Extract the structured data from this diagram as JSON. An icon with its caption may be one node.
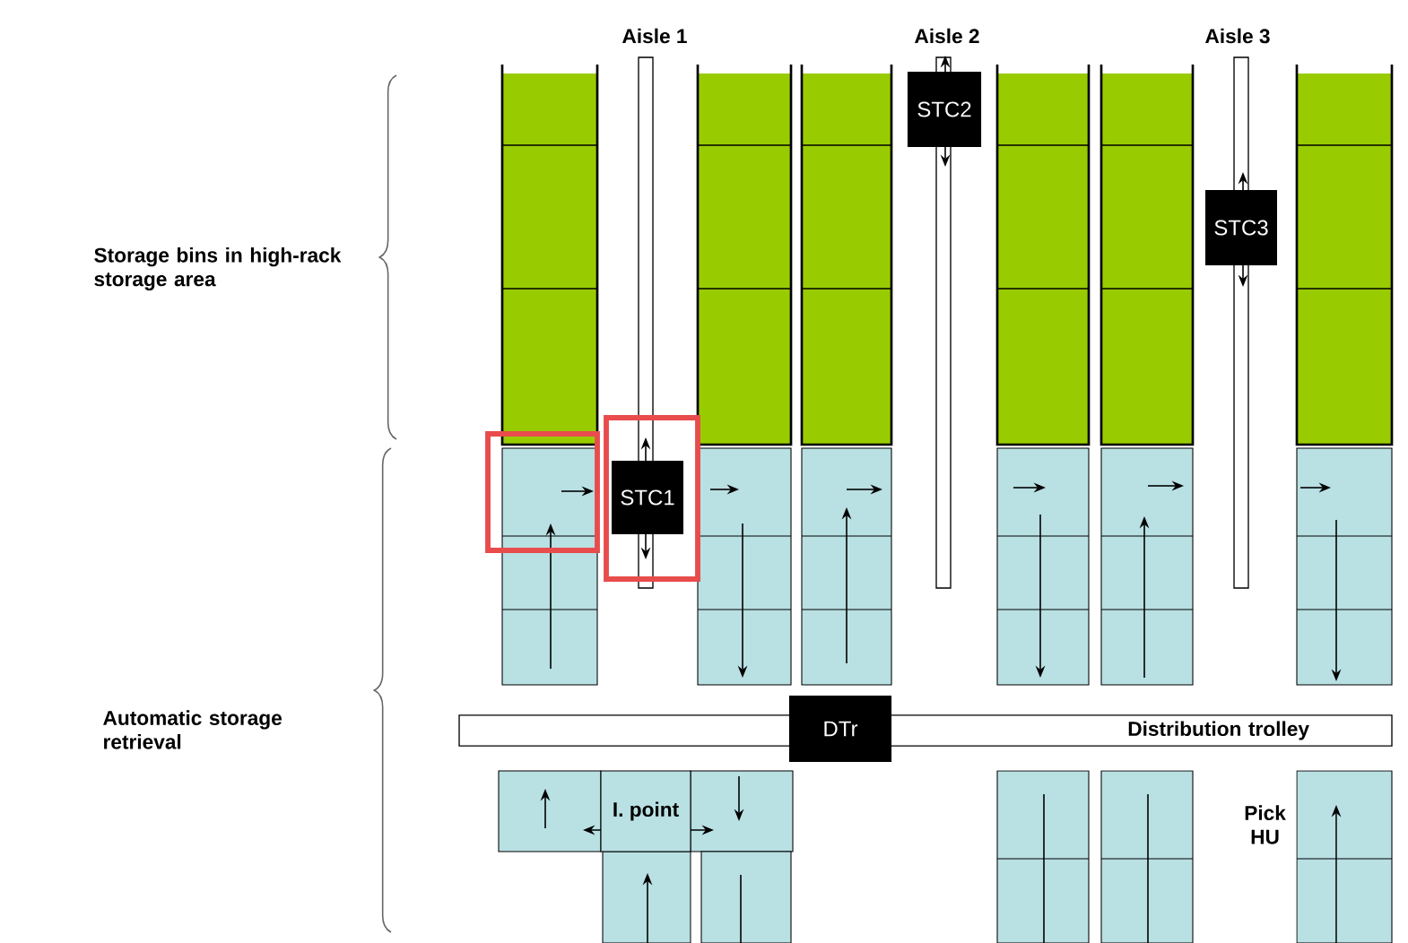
{
  "diagram": {
    "nodes": [
      {
        "text": [
          "STC2"
        ]
      },
      {
        "text": [
          "STC3"
        ]
      },
      {
        "text": [
          "STC1"
        ]
      },
      {
        "text": [
          "Distribution trolley"
        ]
      },
      {
        "text": [
          "DTr"
        ]
      },
      {
        "text": [
          "I. point"
        ]
      }
    ],
    "labels": [
      "Aisle 1",
      "Aisle 2",
      "Aisle 3",
      "Storage bins in high-rack storage area",
      "Automatic storage retrieval",
      "Pick HU"
    ]
  }
}
